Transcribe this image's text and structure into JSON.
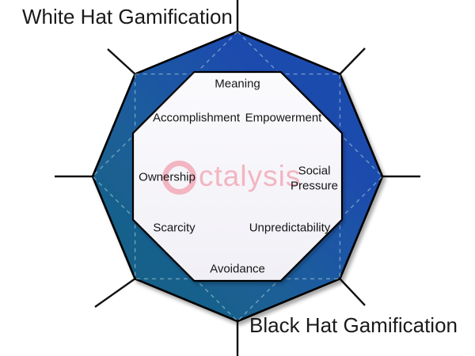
{
  "slide": {
    "title_top_left": "White Hat Gamification",
    "title_bottom_right": "Black Hat Gamification"
  },
  "watermark": {
    "word": "Octalysis",
    "letters_after_ring": "ctalysis",
    "color": "#f2b5c1"
  },
  "drives": {
    "meaning": "Meaning",
    "accomplishment": "Accomplishment",
    "empowerment": "Empowerment",
    "ownership": "Ownership",
    "social_pressure": "Social Pressure",
    "scarcity": "Scarcity",
    "unpredictability": "Unpredictability",
    "avoidance": "Avoidance"
  },
  "colors": {
    "outer_gradient_start": "#126080",
    "outer_gradient_mid1": "#1a6190",
    "outer_gradient_mid2": "#1e5aa0",
    "outer_gradient_end": "#1d4bae",
    "inner_fill_top": "#fbfafd",
    "inner_fill_bottom": "#f1f0f6",
    "outline": "#000000",
    "title_text": "#1a1a1a",
    "guide_dash": "#bcd9da"
  }
}
